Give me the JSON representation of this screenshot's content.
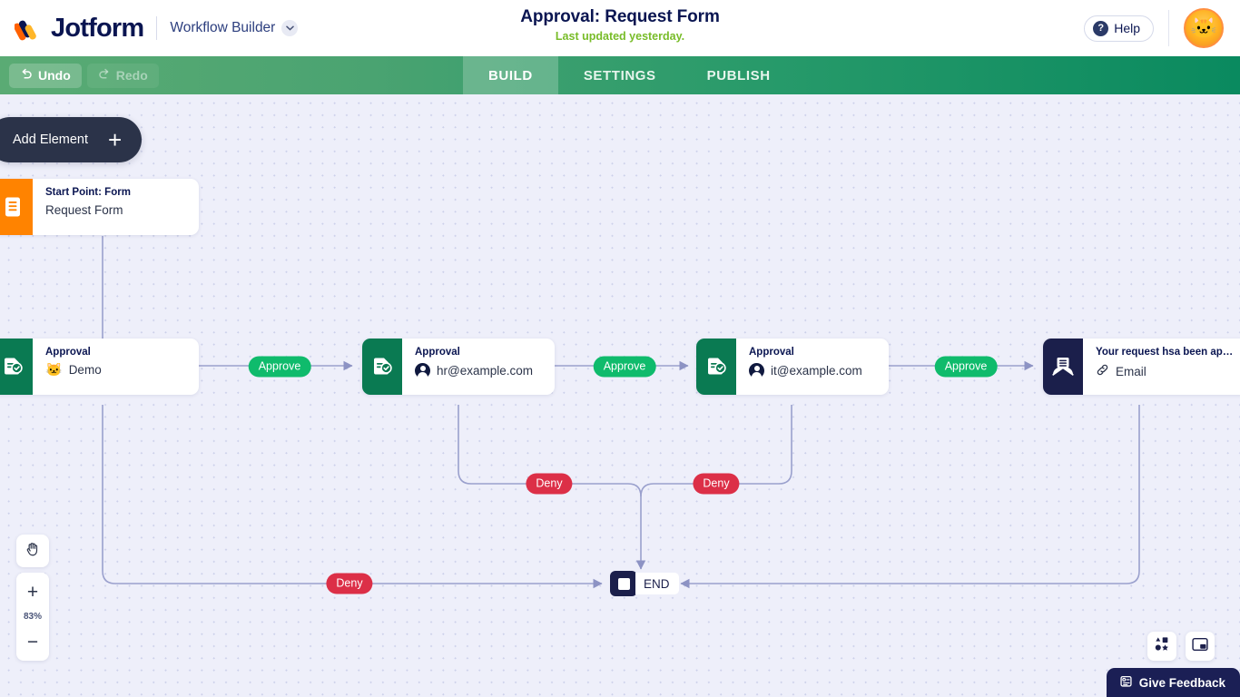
{
  "header": {
    "brand": "Jotform",
    "product": "Workflow Builder",
    "title": "Approval: Request Form",
    "subtitle": "Last updated yesterday.",
    "help_label": "Help",
    "help_icon": "question-mark-icon",
    "avatar_icon": "cat-avatar",
    "chevron_icon": "chevron-down-icon"
  },
  "toolbar": {
    "undo_label": "Undo",
    "redo_label": "Redo",
    "undo_icon": "undo-arrow-icon",
    "redo_icon": "redo-arrow-icon",
    "tabs": [
      {
        "label": "BUILD",
        "active": true
      },
      {
        "label": "SETTINGS",
        "active": false
      },
      {
        "label": "PUBLISH",
        "active": false
      }
    ]
  },
  "canvas": {
    "add_element_label": "Add Element",
    "add_element_icon": "plus-icon",
    "zoom_level": "83%",
    "pan_icon": "hand-icon",
    "zoom_in_icon": "plus-icon",
    "zoom_out_icon": "minus-icon",
    "shapes_icon": "shapes-icon",
    "minimap_icon": "minimap-icon",
    "end_label": "END",
    "end_icon": "stop-square-icon",
    "nodes": [
      {
        "id": "start",
        "title": "Start Point: Form",
        "subtitle": "Request Form",
        "icon": "form-document-icon",
        "icon_color": "#ff8300"
      },
      {
        "id": "approval1",
        "title": "Approval",
        "subtitle": "Demo",
        "sub_icon": "cat-avatar",
        "icon": "approval-check-icon",
        "icon_color": "#0a7a52"
      },
      {
        "id": "approval2",
        "title": "Approval",
        "subtitle": "hr@example.com",
        "sub_icon": "person-icon",
        "icon": "approval-check-icon",
        "icon_color": "#0a7a52"
      },
      {
        "id": "approval3",
        "title": "Approval",
        "subtitle": "it@example.com",
        "sub_icon": "person-icon",
        "icon": "approval-check-icon",
        "icon_color": "#0a7a52"
      },
      {
        "id": "email",
        "title": "Your request hsa been appro...",
        "subtitle": "Email",
        "sub_icon": "link-icon",
        "icon": "email-envelope-icon",
        "icon_color": "#1b1f4b"
      }
    ],
    "edge_badges": [
      {
        "id": "approve1",
        "label": "Approve",
        "type": "approve"
      },
      {
        "id": "approve2",
        "label": "Approve",
        "type": "approve"
      },
      {
        "id": "approve3",
        "label": "Approve",
        "type": "approve"
      },
      {
        "id": "deny1",
        "label": "Deny",
        "type": "deny"
      },
      {
        "id": "deny2",
        "label": "Deny",
        "type": "deny"
      },
      {
        "id": "deny3",
        "label": "Deny",
        "type": "deny"
      }
    ]
  },
  "feedback": {
    "label": "Give Feedback",
    "icon": "feedback-form-icon"
  },
  "colors": {
    "brand_navy": "#0a1551",
    "approve_green": "#0fbb6c",
    "deny_red": "#dc2f47",
    "node_green": "#0a7a52",
    "start_orange": "#ff8300",
    "toolbar_green": "#279a6a",
    "subtitle_green": "#78bc28"
  }
}
